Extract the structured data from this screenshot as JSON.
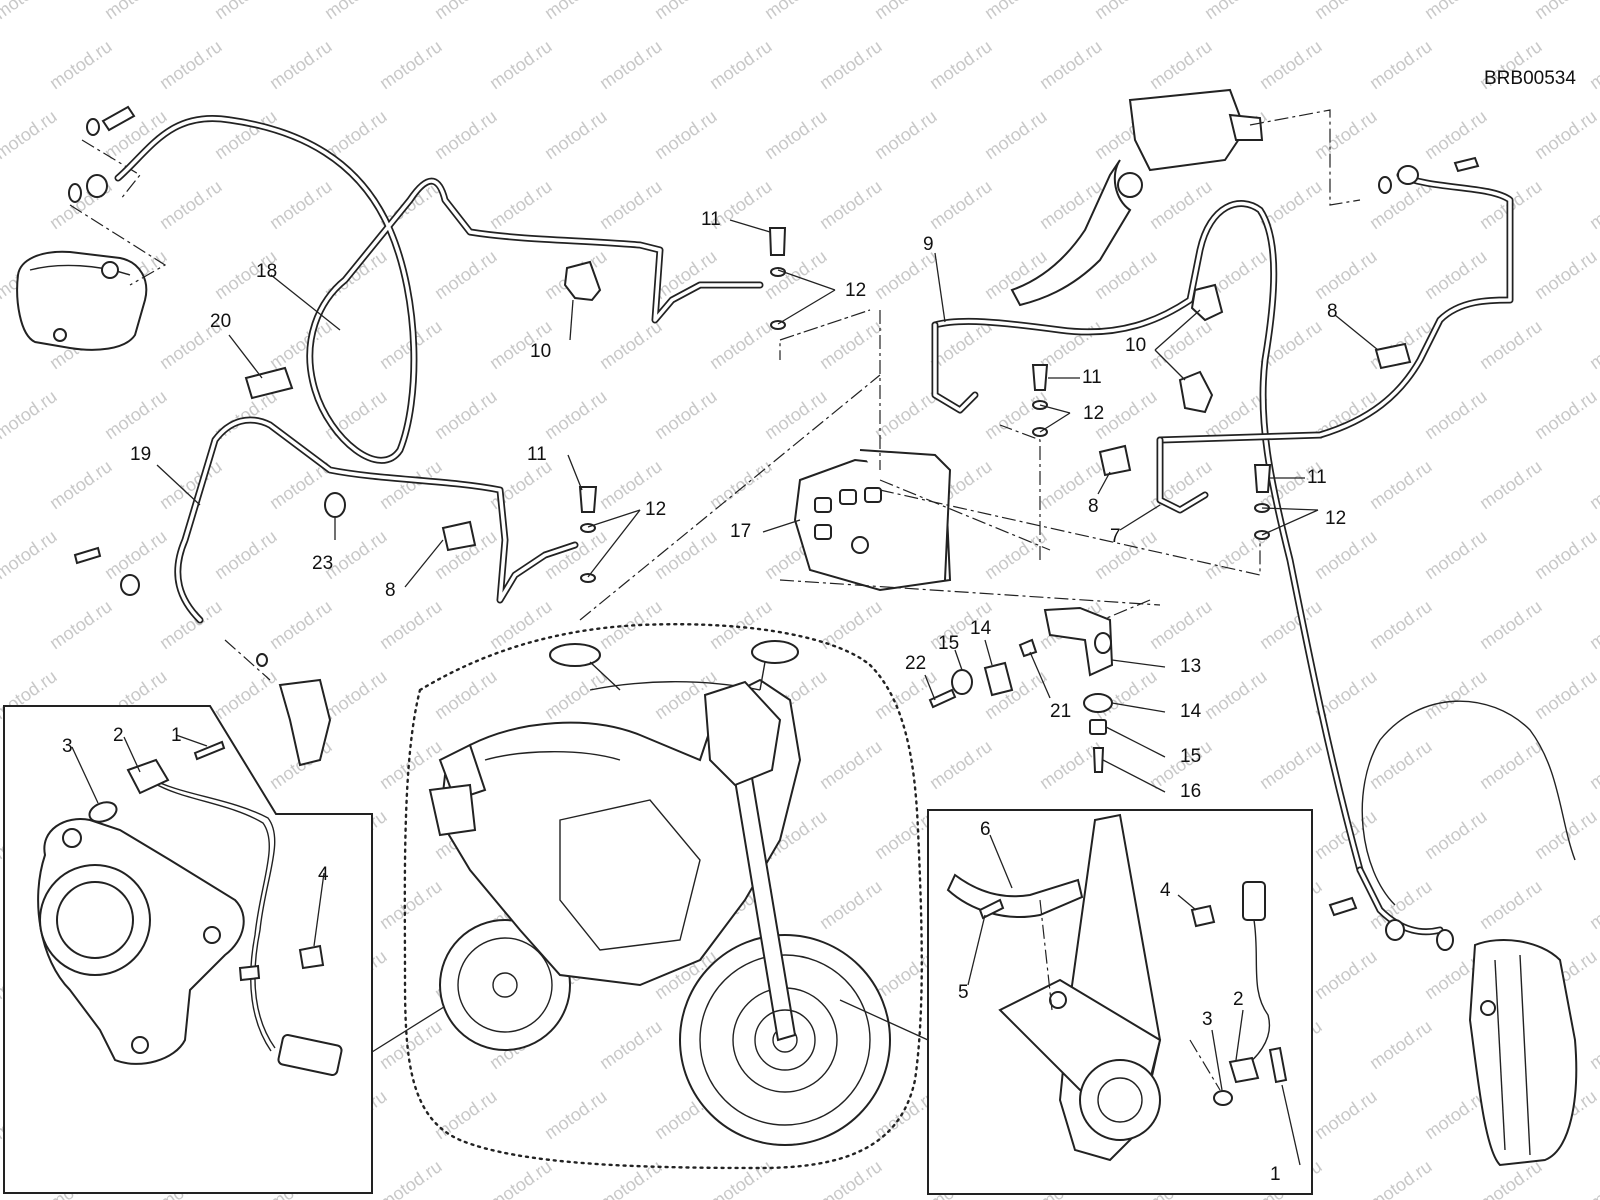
{
  "diagram": {
    "reference_code": "BRB00534",
    "watermark_text": "motod.ru",
    "callouts": [
      "1",
      "2",
      "3",
      "4",
      "5",
      "6",
      "7",
      "8",
      "9",
      "10",
      "11",
      "12",
      "13",
      "14",
      "15",
      "16",
      "17",
      "18",
      "19",
      "20",
      "21",
      "22",
      "23"
    ]
  }
}
